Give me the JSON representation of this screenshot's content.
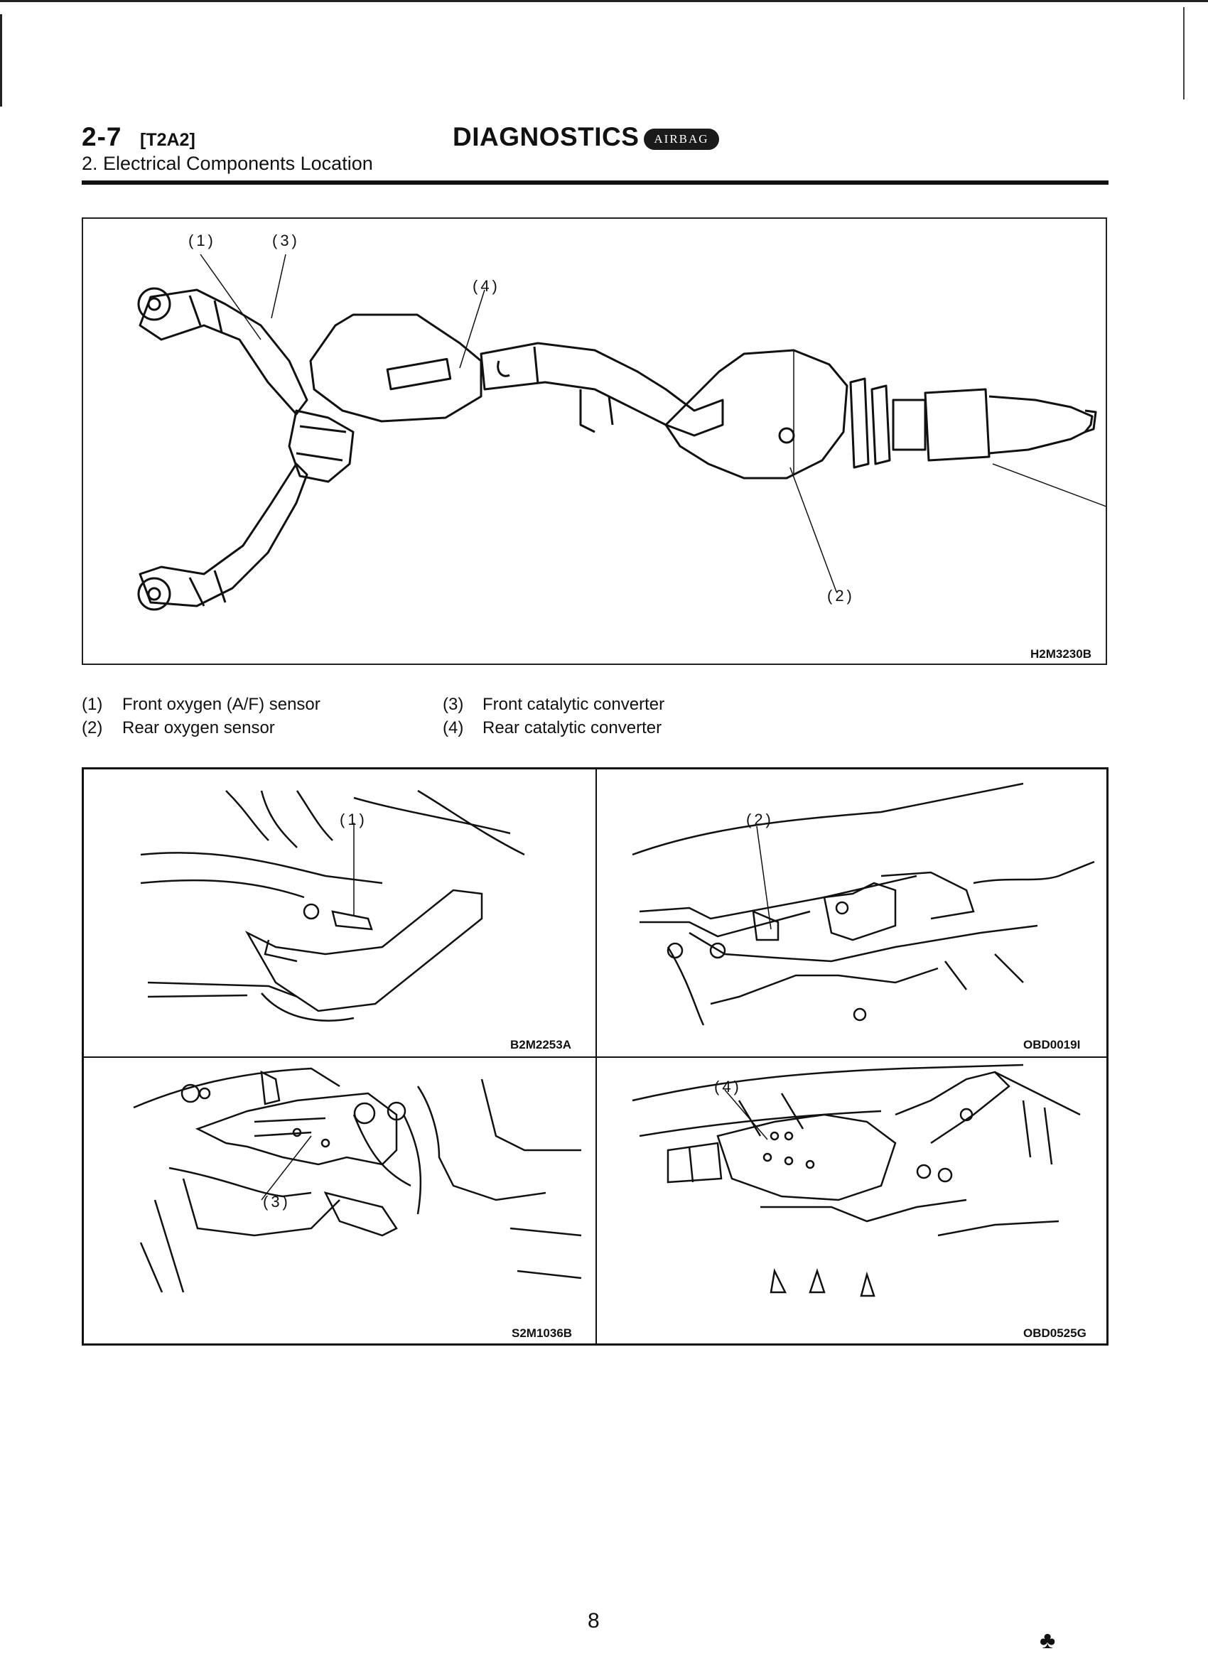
{
  "header": {
    "section_number": "2-7",
    "section_code": "[T2A2]",
    "section_title": "2. Electrical Components Location",
    "title": "DIAGNOSTICS",
    "badge": "AIRBAG"
  },
  "main_figure": {
    "code": "H2M3230B",
    "callouts": [
      "(1)",
      "(3)",
      "(4)",
      "(2)"
    ]
  },
  "legend": [
    {
      "num": "(1)",
      "text": "Front oxygen (A/F) sensor"
    },
    {
      "num": "(2)",
      "text": "Rear oxygen sensor"
    },
    {
      "num": "(3)",
      "text": "Front catalytic converter"
    },
    {
      "num": "(4)",
      "text": "Rear catalytic converter"
    }
  ],
  "detail_figures": [
    {
      "callout": "(1)",
      "code": "B2M2253A"
    },
    {
      "callout": "(2)",
      "code": "OBD0019I"
    },
    {
      "callout": "(3)",
      "code": "S2M1036B"
    },
    {
      "callout": "(4)",
      "code": "OBD0525G"
    }
  ],
  "footer": {
    "page_number": "8",
    "corner_mark": "♣"
  }
}
